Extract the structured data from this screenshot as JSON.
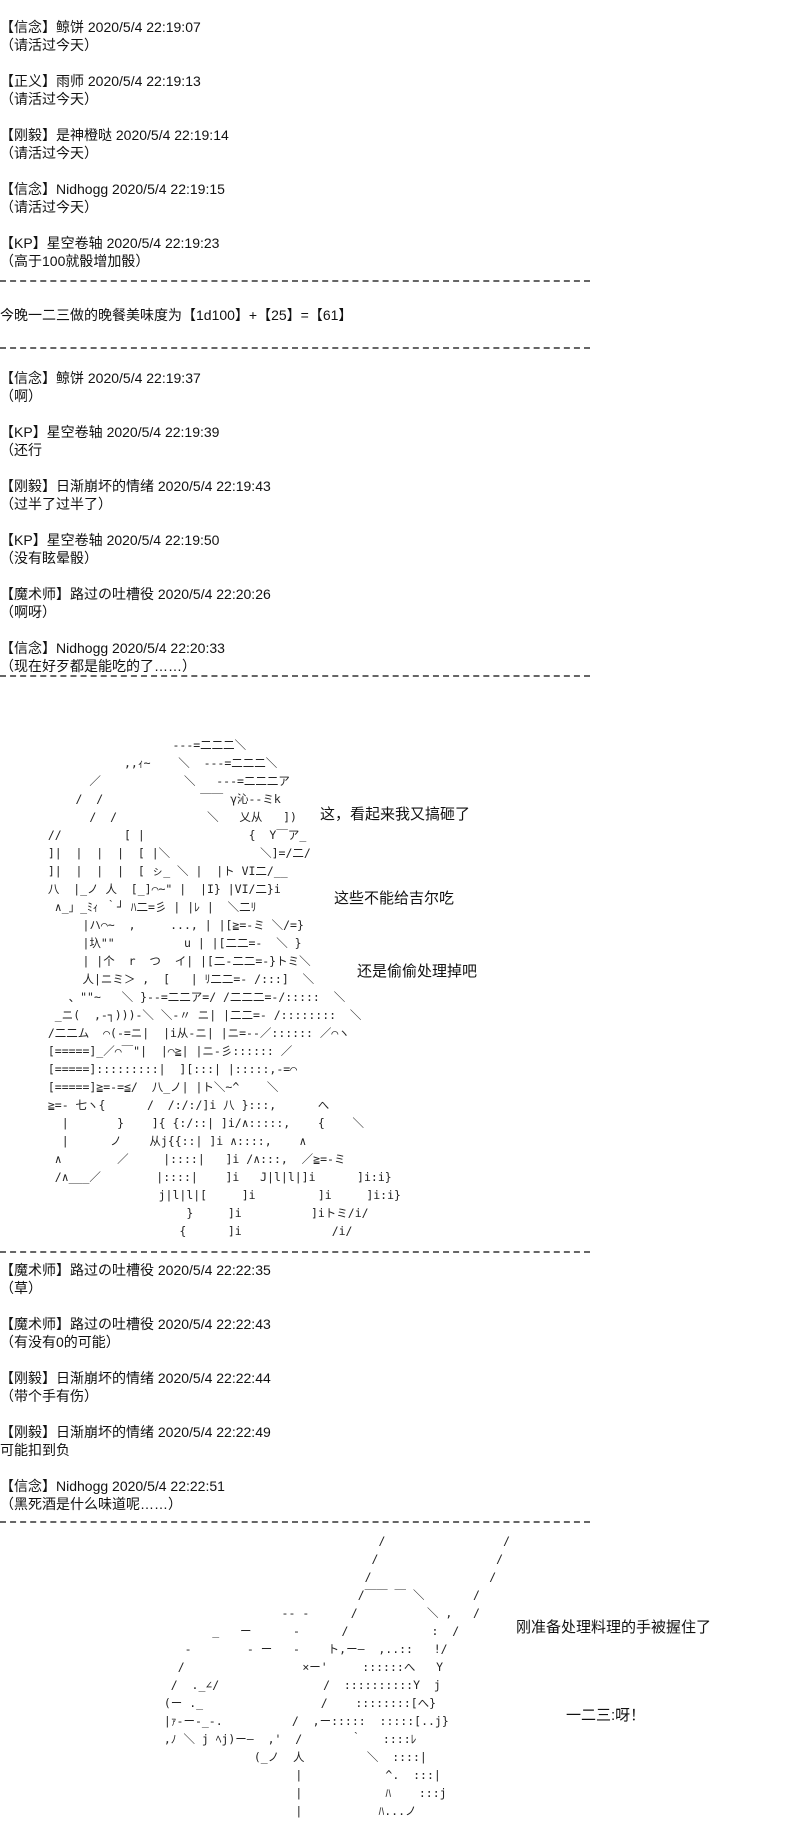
{
  "section1": [
    {
      "header": "【信念】鲸饼 2020/5/4 22:19:07",
      "text": "（请活过今天）"
    },
    {
      "header": "【正义】雨师 2020/5/4 22:19:13",
      "text": "（请活过今天）"
    },
    {
      "header": "【刚毅】是神橙哒 2020/5/4 22:19:14",
      "text": "（请活过今天）"
    },
    {
      "header": "【信念】Nidhogg 2020/5/4 22:19:15",
      "text": "（请活过今天）"
    },
    {
      "header": "【KP】星空卷轴 2020/5/4 22:19:23",
      "text": "（高于100就骰增加骰）"
    }
  ],
  "dice_result": "今晚一二三做的晚餐美味度为【1d100】+【25】=【61】",
  "section2": [
    {
      "header": "【信念】鲸饼 2020/5/4 22:19:37",
      "text": "（啊）"
    },
    {
      "header": "【KP】星空卷轴 2020/5/4 22:19:39",
      "text": "（还行"
    },
    {
      "header": "【刚毅】日渐崩坏的情绪 2020/5/4 22:19:43",
      "text": "（过半了过半了）"
    },
    {
      "header": "【KP】星空卷轴 2020/5/4 22:19:50",
      "text": "（没有眩晕骰）"
    },
    {
      "header": "【魔术师】路过の吐槽役 2020/5/4 22:20:26",
      "text": "（啊呀）"
    },
    {
      "header": "【信念】Nidhogg 2020/5/4 22:20:33",
      "text": "（现在好歹都是能吃的了……）"
    }
  ],
  "art1": {
    "lines": [
      "                    ---=二二二＼",
      "             ,,ｨ~    ＼  ---=二二二＼",
      "        ／            ＼   ---=二二二ア",
      "      /  /              ￣￣ γ沁--ミk",
      "        /  /             ＼   乂从   ])",
      "  //         [ |               {  Y￣ア_",
      "  ]|  |  |  |  [ |＼             ＼]=/二/",
      "  ]|  |  |  |  [ ㇱ_ ＼ |  |ト VI二/__",
      "  八  |_ノ 人  [_]⌒~\" |  |I} |VI/二}i",
      "   ∧_」_ﾐｨ ｀┘ ﾊ二=彡 | |ﾚ |  ＼二ﾘ",
      "       |ハ⌒~  ,     ..., | |[≧=-ミ ＼/=}",
      "       |圦\"\"          u | |[二二=-  ＼ }",
      "       | |个  r  つ  イ| |[二-二二=-}トミ＼",
      "       人|ニミ＞ ,  [   | ﾘ二二=- /:::]  ＼",
      "     、\"\"~   ＼ }--=二二ア=/ /二二二=-/:::::  ＼",
      "   _ニ(  ,-┐)))-＼ ＼-〃 ニ| |二二=- /::::::::  ＼",
      "  /二二ム  ⌒(-=ニ|  |i从-ニ| |ニ=--／:::::: ／⌒ヽ",
      "  [=====]_／⌒￣\"|  |⌒≧| |ニ-彡:::::: ／",
      "  [=====]:::::::::|  ][:::| |:::::,-=⌒",
      "  [=====]≧=-=≦/  八_ノ| |ト＼~^    ＼",
      "  ≧=- 七ヽ{      /  /:/:/]i 八 }:::,      へ",
      "    |       }    ]{ {:/::| ]i/∧:::::,    {    ＼",
      "    |      ノ    从j{{::| ]i ∧::::,    ∧",
      "   ∧        ／     |::::|   ]i /∧:::,  ／≧=-ミ",
      "   /∧___／        |::::|    ]i   J|l|l|]i      ]i:i}",
      "                  j|l|l|[     ]i         ]i     ]i:i}",
      "                      }     ]i          ]iトミ/i/",
      "                     {      ]i             /i/"
    ],
    "speech": [
      "这，看起来我又搞砸了",
      "这些不能给吉尔吃",
      "还是偷偷处理掉吧"
    ]
  },
  "section3": [
    {
      "header": "【魔术师】路过の吐槽役 2020/5/4 22:22:35",
      "text": "（草）"
    },
    {
      "header": "【魔术师】路过の吐槽役 2020/5/4 22:22:43",
      "text": "（有没有0的可能）"
    },
    {
      "header": "【刚毅】日渐崩坏的情绪 2020/5/4 22:22:44",
      "text": "（带个手有伤）"
    },
    {
      "header": "【刚毅】日渐崩坏的情绪 2020/5/4 22:22:49",
      "text": "可能扣到负"
    },
    {
      "header": "【信念】Nidhogg 2020/5/4 22:22:51",
      "text": "（黑死酒是什么味道呢……）"
    }
  ],
  "art2": {
    "lines": [
      "                                 /                 /",
      "                                /                 /",
      "                               /                 /",
      "                              /￣￣ ￣ ＼       /",
      "                   -- -      /          ＼ ,   /",
      "         _   ー      -      /            :  /",
      "     -        - ー   -    ト,ー―  ,..::   !/",
      "    /                 ×ー'     ::::::へ   Y",
      "   /  ._∠/               /  ::::::::::Y  j",
      "  (ー ._                 /    ::::::::[へ}",
      "  |ｧ-ー-_-.          /  ,ー:::::  :::::[..j}",
      "  ,ﾉ ＼ j ﾍj)ー―  ,'  /       ｀   ::::ﾚ",
      "               (_ノ  人         ＼  ::::|",
      "                     |            ^.  :::|",
      "                     |            ﾊ    :::j",
      "                     |           ﾊ...ノ"
    ],
    "speech": [
      "刚准备处理料理的手被握住了",
      "一二三:呀！"
    ]
  }
}
